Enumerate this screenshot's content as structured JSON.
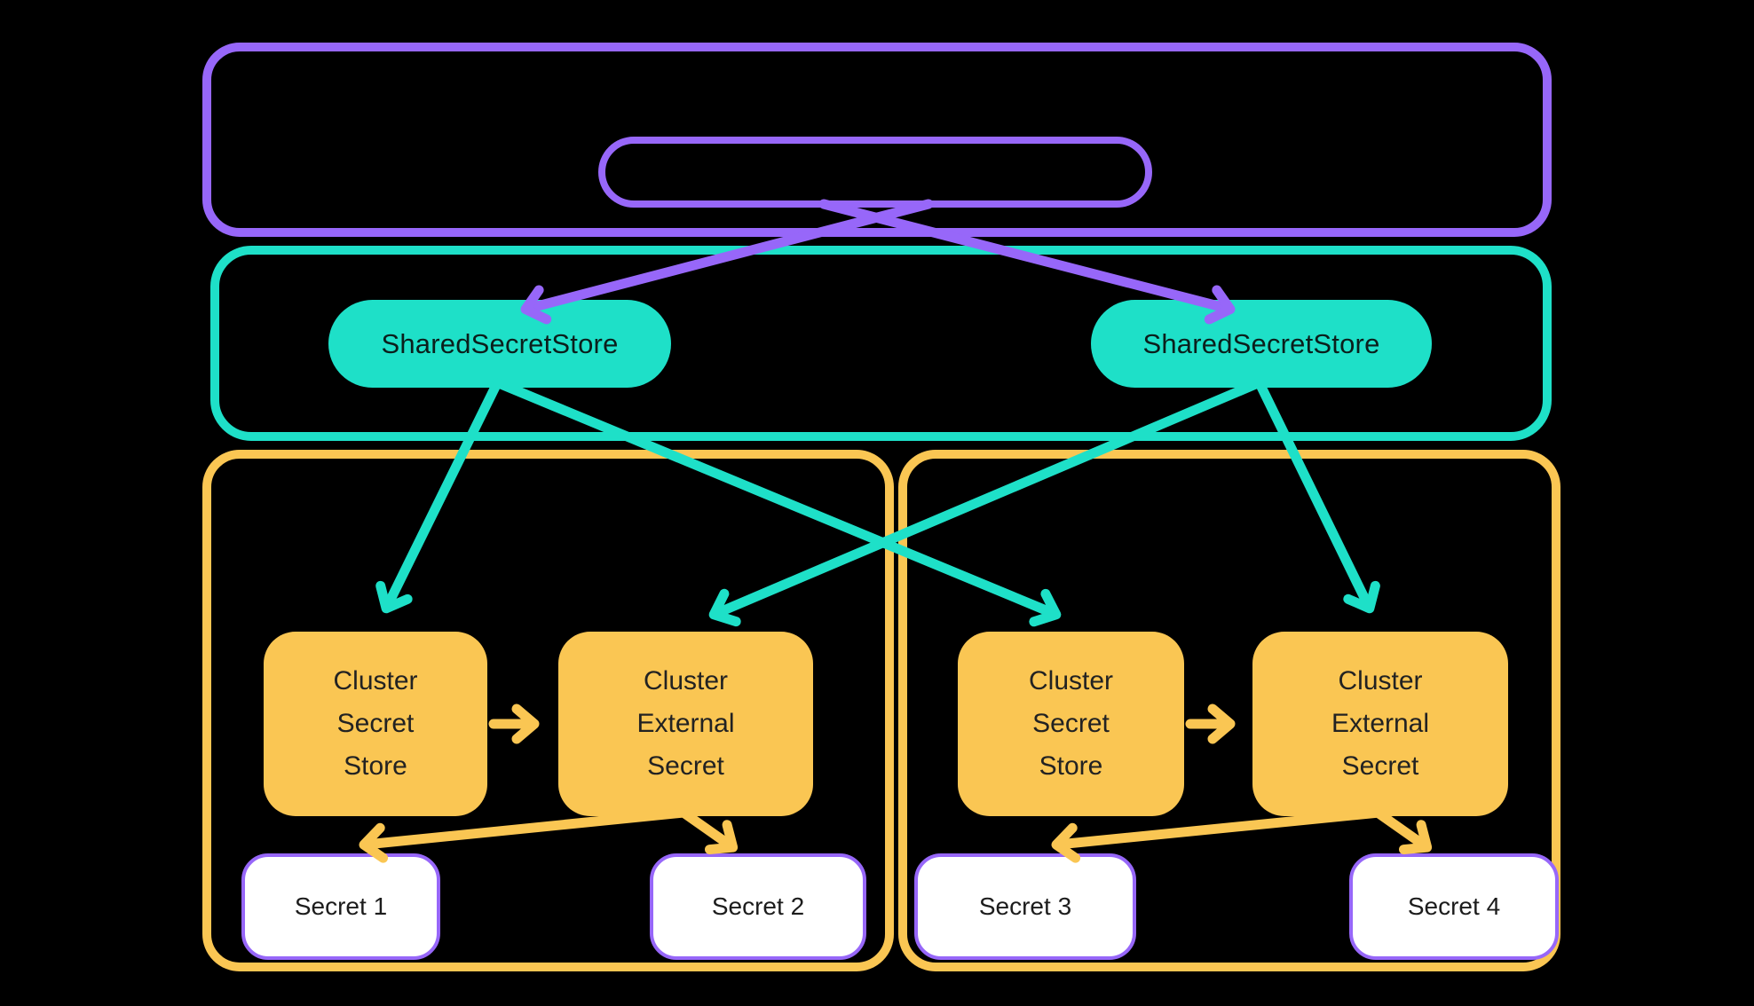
{
  "colors": {
    "background": "#000000",
    "purple": "#9767F9",
    "teal": "#1EE0C8",
    "yellow": "#FAC653",
    "secret_fill": "#FFFFFF",
    "text_dark": "#222222"
  },
  "shared_secret_stores": [
    {
      "label": "SharedSecretStore"
    },
    {
      "label": "SharedSecretStore"
    }
  ],
  "clusters": [
    {
      "secret_store": {
        "lines": [
          "Cluster",
          "Secret",
          "Store"
        ]
      },
      "external_secret": {
        "lines": [
          "Cluster",
          "External",
          "Secret"
        ]
      },
      "secrets": [
        {
          "label": "Secret 1"
        },
        {
          "label": "Secret 2"
        }
      ]
    },
    {
      "secret_store": {
        "lines": [
          "Cluster",
          "Secret",
          "Store"
        ]
      },
      "external_secret": {
        "lines": [
          "Cluster",
          "External",
          "Secret"
        ]
      },
      "secrets": [
        {
          "label": "Secret 3"
        },
        {
          "label": "Secret 4"
        }
      ]
    }
  ]
}
